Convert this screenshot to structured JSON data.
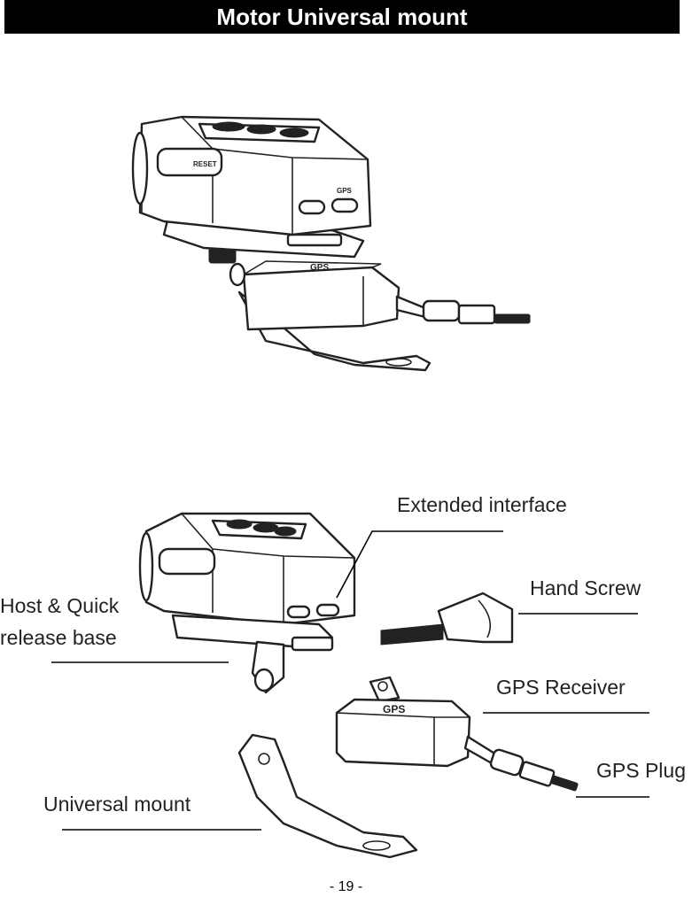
{
  "page": {
    "title": "Motor Universal mount",
    "page_number": "- 19 -"
  },
  "device": {
    "reset_label": "RESET",
    "gps_label": "GPS"
  },
  "labels": {
    "extended_interface": "Extended interface",
    "hand_screw": "Hand Screw",
    "host_line1": "Host & Quick",
    "host_line2": "release base",
    "gps_receiver": "GPS Receiver",
    "gps_plug": "GPS Plug",
    "universal_mount": "Universal mount"
  }
}
